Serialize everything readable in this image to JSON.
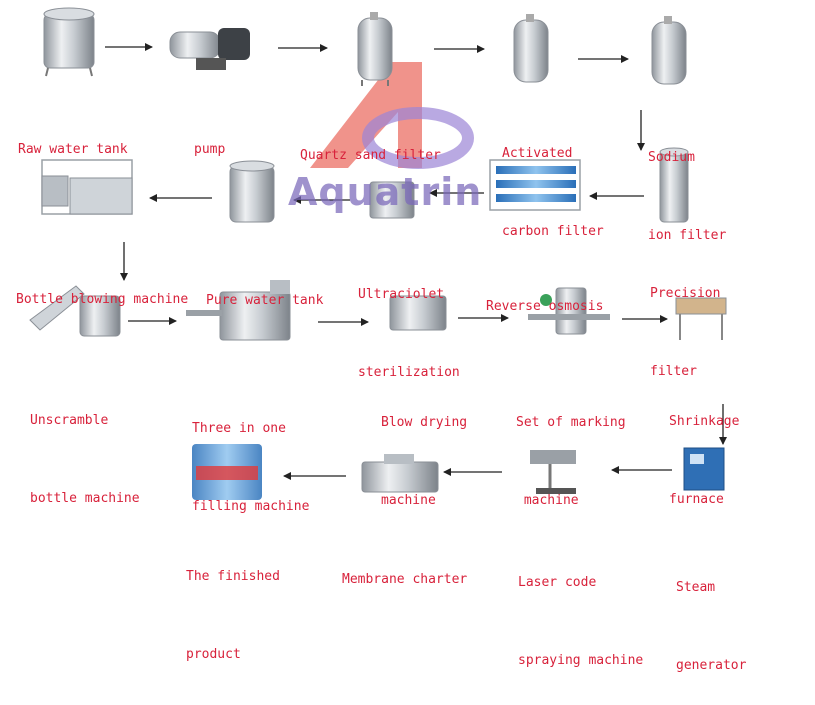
{
  "colors": {
    "label": "#d8223b",
    "arrow": "#222222",
    "watermark_red": "#e8564a",
    "watermark_purple": "#8a6fd0"
  },
  "watermark": {
    "text": "Aquatrin"
  },
  "labels": [
    {
      "id": "raw-water-tank",
      "lines": [
        "Raw water tank"
      ]
    },
    {
      "id": "pump",
      "lines": [
        "pump"
      ]
    },
    {
      "id": "quartz-sand-filter",
      "lines": [
        "Quartz sand filter"
      ]
    },
    {
      "id": "activated-carbon-filter",
      "lines": [
        "Activated",
        "carbon filter"
      ]
    },
    {
      "id": "sodium-ion-filter",
      "lines": [
        "Sodium",
        "ion filter"
      ]
    },
    {
      "id": "precision-filter",
      "lines": [
        "Precision",
        "filter"
      ]
    },
    {
      "id": "reverse-osmosis",
      "lines": [
        "Reverse osmosis"
      ]
    },
    {
      "id": "ultraviolet-sterilization",
      "lines": [
        "Ultraciolet",
        "sterilization"
      ]
    },
    {
      "id": "pure-water-tank",
      "lines": [
        "Pure water tank"
      ]
    },
    {
      "id": "bottle-blowing-machine",
      "lines": [
        "Bottle blowing machine"
      ]
    },
    {
      "id": "unscramble-bottle-machine",
      "lines": [
        "Unscramble",
        "bottle machine"
      ]
    },
    {
      "id": "three-in-one-filling-machine",
      "lines": [
        "Three in one",
        "filling machine"
      ]
    },
    {
      "id": "blow-drying-machine",
      "lines": [
        "Blow drying",
        "machine"
      ]
    },
    {
      "id": "set-of-marking-machine",
      "lines": [
        "Set of marking",
        " machine"
      ]
    },
    {
      "id": "shrinkage-furnace",
      "lines": [
        "Shrinkage",
        "furnace"
      ]
    },
    {
      "id": "steam-generator",
      "lines": [
        "Steam",
        "generator"
      ]
    },
    {
      "id": "laser-code-spraying-machine",
      "lines": [
        "Laser code",
        "spraying machine"
      ]
    },
    {
      "id": "membrane-charter",
      "lines": [
        "Membrane charter"
      ]
    },
    {
      "id": "finished-product",
      "lines": [
        "The finished",
        "product"
      ]
    }
  ]
}
